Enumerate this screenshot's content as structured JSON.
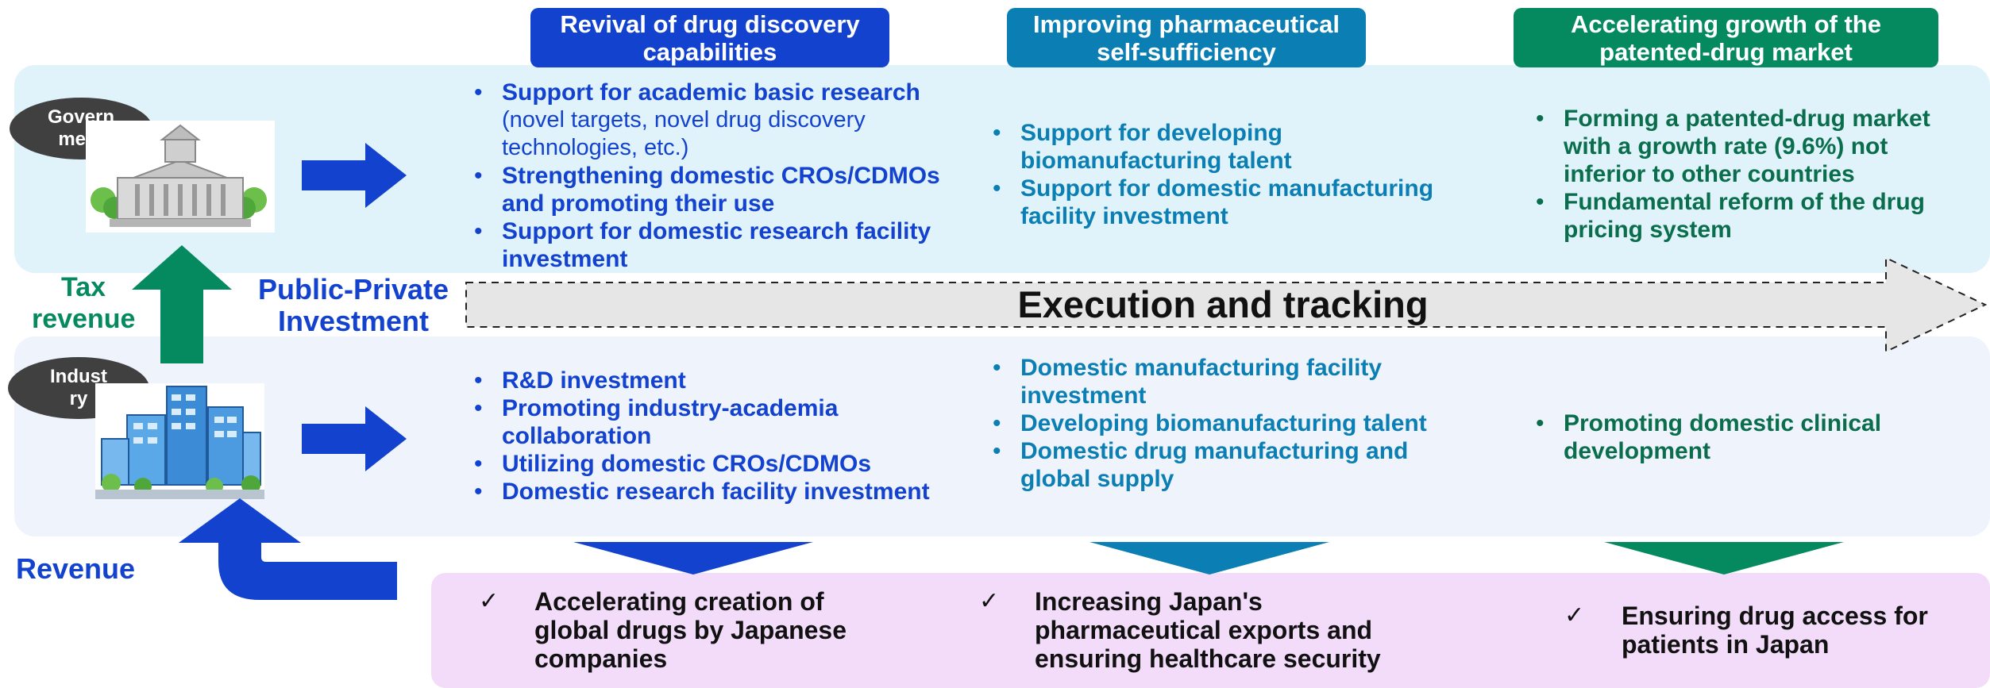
{
  "headers": [
    {
      "text": "Revival of drug discovery capabilities",
      "color": "#1342cf"
    },
    {
      "text": "Improving pharmaceutical self-sufficiency",
      "color": "#0b7fb4"
    },
    {
      "text": "Accelerating growth of the patented-drug market",
      "color": "#058a5f"
    }
  ],
  "rows": {
    "government": {
      "label": "Govern\nment",
      "icon": "government-building-icon"
    },
    "industry": {
      "label": "Indust\nry",
      "icon": "office-buildings-icon"
    }
  },
  "government_items": {
    "col1": [
      {
        "text": "Support for academic basic research",
        "sub": "(novel targets, novel drug discovery technologies, etc.)"
      },
      {
        "text": "Strengthening domestic CROs/CDMOs and promoting their use"
      },
      {
        "text": "Support for domestic research facility investment"
      }
    ],
    "col2": [
      {
        "text": "Support for developing biomanufacturing talent"
      },
      {
        "text": "Support for domestic manufacturing facility investment"
      }
    ],
    "col3": [
      {
        "text": "Forming a patented-drug market with a growth rate (9.6%) not inferior to other countries"
      },
      {
        "text": "Fundamental reform of the drug pricing system"
      }
    ]
  },
  "industry_items": {
    "col1": [
      {
        "text": "R&D investment"
      },
      {
        "text": "Promoting industry-academia collaboration"
      },
      {
        "text": "Utilizing domestic CROs/CDMOs"
      },
      {
        "text": "Domestic research facility investment"
      }
    ],
    "col2": [
      {
        "text": "Domestic manufacturing facility investment"
      },
      {
        "text": "Developing biomanufacturing talent"
      },
      {
        "text": "Domestic drug manufacturing and global supply"
      }
    ],
    "col3": [
      {
        "text": "Promoting domestic clinical development"
      }
    ]
  },
  "labels": {
    "tax_revenue": "Tax revenue",
    "public_private": "Public-Private Investment",
    "execution": "Execution and tracking",
    "revenue": "Revenue"
  },
  "outcomes": {
    "check_mark": "✓",
    "items": [
      "Accelerating creation of global drugs by Japanese companies",
      "Increasing Japan's pharmaceutical exports and ensuring healthcare security",
      "Ensuring drug access for patients in Japan"
    ]
  },
  "colors": {
    "blue": "#1342cf",
    "teal": "#0b7fb4",
    "green": "#058a5f",
    "gov_band": "#e0f3fb",
    "ind_band": "#eef3fc",
    "outcome_band": "#f2dcf9"
  }
}
